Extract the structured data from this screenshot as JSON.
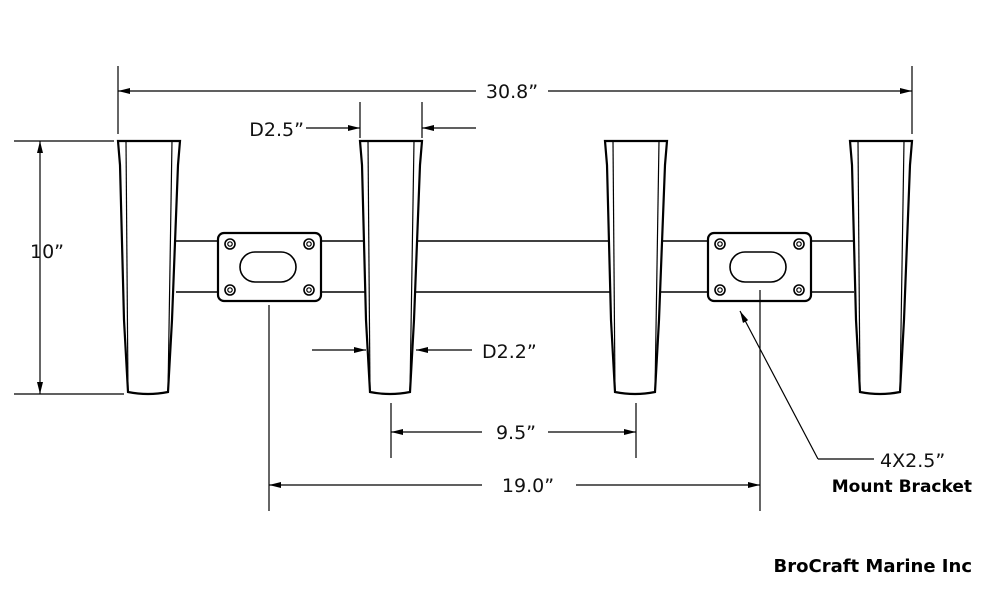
{
  "diagram": {
    "dimensions": {
      "overall_width": "30.8ˮ",
      "height": "10ˮ",
      "top_diameter": "D2.5ˮ",
      "bottom_diameter": "D2.2ˮ",
      "holder_spacing": "9.5ˮ",
      "bracket_spacing": "19.0ˮ"
    },
    "bracket_callout": {
      "size": "4X2.5ˮ",
      "label": "Mount Bracket"
    },
    "company": "BroCraft Marine Inc"
  }
}
